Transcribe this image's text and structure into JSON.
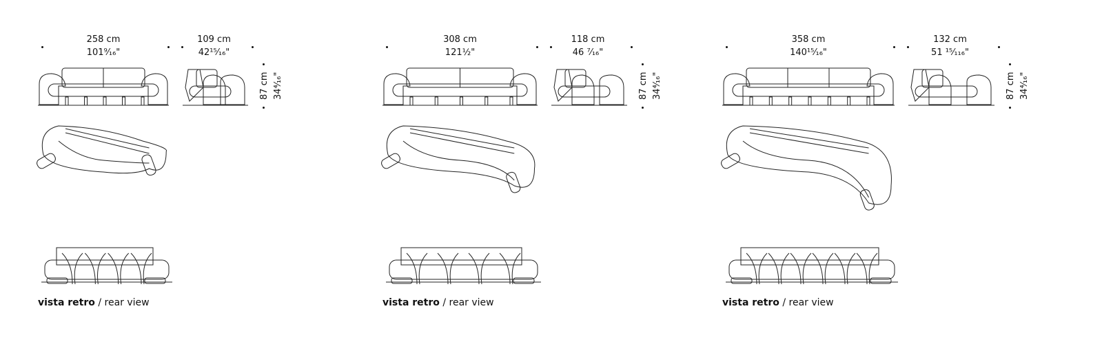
{
  "configurations": [
    {
      "front_width_cm": "258 cm",
      "front_width_in": "101⁹⁄₁₆\"",
      "depth_cm": "109 cm",
      "depth_in": "42¹⁵⁄₁₆\"",
      "height_cm": "87 cm",
      "height_in": "34⁴⁄₁₆\"",
      "caption_bold": "vista retro",
      "caption_rest": " / rear view",
      "seats": 2
    },
    {
      "front_width_cm": "308 cm",
      "front_width_in": "121½\"",
      "depth_cm": "118 cm",
      "depth_in": "46 ⁷⁄₁₆\"",
      "height_cm": "87 cm",
      "height_in": "34⁴⁄₁₆\"",
      "caption_bold": "vista retro",
      "caption_rest": " / rear view",
      "seats": 2
    },
    {
      "front_width_cm": "358 cm",
      "front_width_in": "140¹⁵⁄₁₆\"",
      "depth_cm": "132 cm",
      "depth_in": "51 ¹⁵⁄₁₁₆\"",
      "height_cm": "87 cm",
      "height_in": "34⁴⁄₁₆\"",
      "caption_bold": "vista retro",
      "caption_rest": " / rear view",
      "seats": 3
    }
  ]
}
